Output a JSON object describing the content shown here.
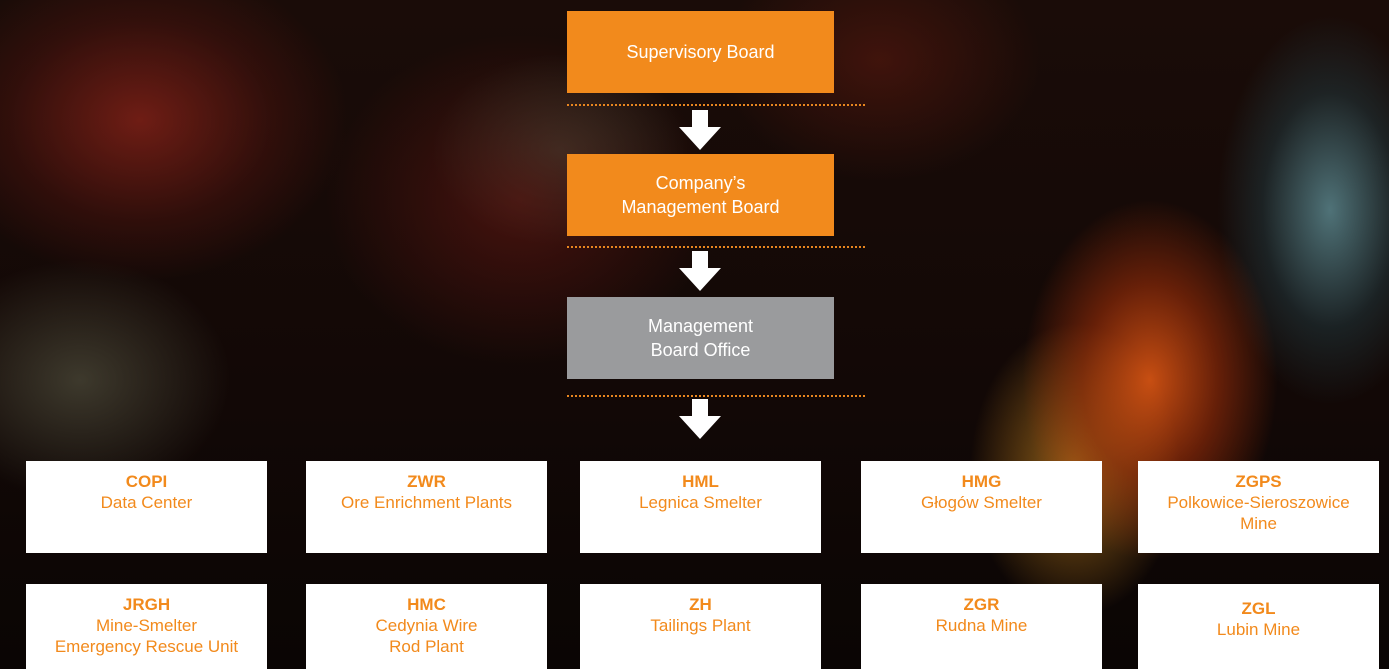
{
  "colors": {
    "accent": "#f28a1c",
    "office": "#9a9b9d",
    "unit_bg": "#ffffff"
  },
  "top_boxes": [
    {
      "lines": [
        "Supervisory Board"
      ]
    },
    {
      "lines": [
        "Company’s",
        "Management Board"
      ]
    },
    {
      "lines": [
        "Management",
        "Board Office"
      ]
    }
  ],
  "units": [
    {
      "code": "COPI",
      "name": "Data Center"
    },
    {
      "code": "ZWR",
      "name": "Ore Enrichment Plants"
    },
    {
      "code": "HML",
      "name": "Legnica Smelter"
    },
    {
      "code": "HMG",
      "name": "Głogów Smelter"
    },
    {
      "code": "ZGPS",
      "name": "Polkowice-Sieroszowice\nMine"
    },
    {
      "code": "JRGH",
      "name": "Mine-Smelter\nEmergency Rescue Unit"
    },
    {
      "code": "HMC",
      "name": "Cedynia Wire\nRod Plant"
    },
    {
      "code": "ZH",
      "name": "Tailings Plant"
    },
    {
      "code": "ZGR",
      "name": "Rudna Mine"
    },
    {
      "code": "ZGL",
      "name": "Lubin Mine"
    }
  ]
}
